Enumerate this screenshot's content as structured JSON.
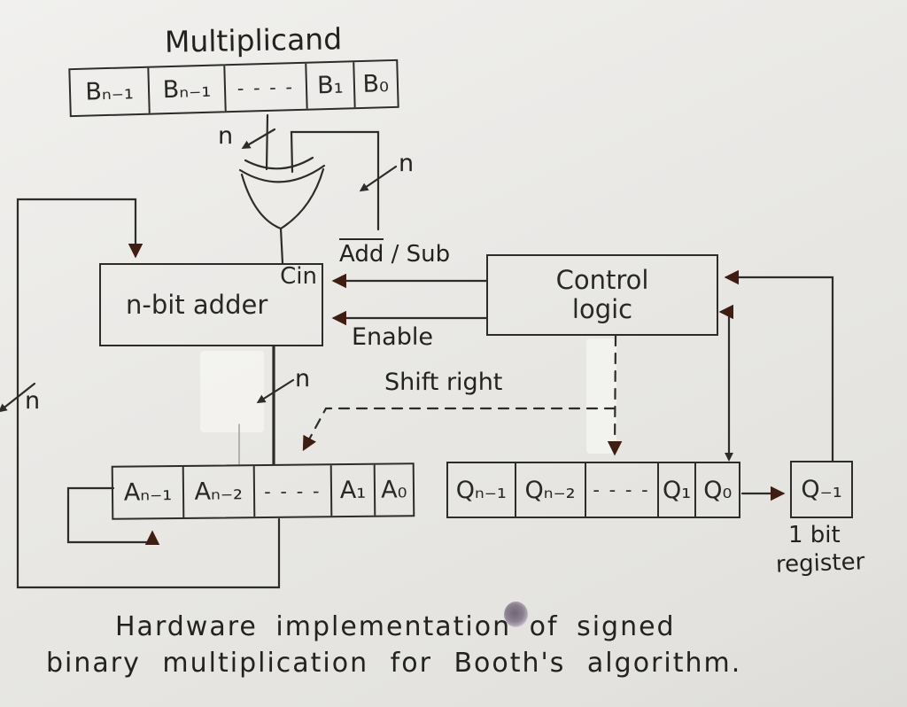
{
  "colors": {
    "paper": "#eae9e6",
    "ink": "#2e2c28",
    "arrowhead": "#3f1d12"
  },
  "labels": {
    "multiplicand": "Multiplicand",
    "add_sub_overlined": "Add",
    "add_sub_rest": " / Sub",
    "enable": "Enable",
    "shift_right": "Shift right",
    "bus_width": "n",
    "carry_in": "Cin"
  },
  "blocks": {
    "adder": "n-bit adder",
    "control_line1": "Control",
    "control_line2": "logic"
  },
  "registers": {
    "b": [
      "Bₙ₋₁",
      "Bₙ₋₁",
      "- - - -",
      "B₁",
      "B₀"
    ],
    "a": [
      "Aₙ₋₁",
      "Aₙ₋₂",
      "- - - -",
      "A₁",
      "A₀"
    ],
    "q": [
      "Qₙ₋₁",
      "Qₙ₋₂",
      "- - - -",
      "Q₁",
      "Q₀"
    ],
    "q_minus_1": "Q₋₁",
    "q_minus_1_caption_1": "1 bit",
    "q_minus_1_caption_2": "register"
  },
  "caption": {
    "line1": "Hardware implementation of signed",
    "line2": "binary multiplication for Booth's algorithm."
  }
}
